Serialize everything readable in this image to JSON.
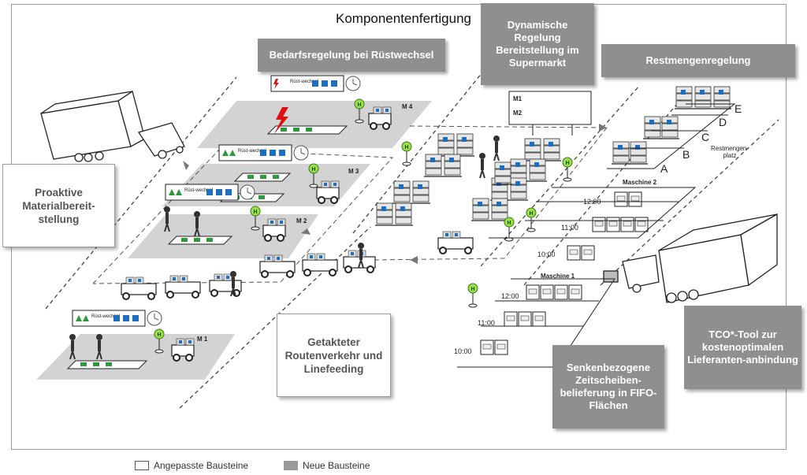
{
  "title": "Komponentenfertigung",
  "boxes": {
    "bedarf": "Bedarfsregelung bei Rüstwechsel",
    "dynamisch": "Dynamische Regelung Bereitstellung im Supermarkt",
    "restmengen": "Restmengenregelung",
    "proaktiv": "Proaktive Materialbereit-stellung",
    "getaktet": "Getakteter Routenverkehr und Linefeeding",
    "senken": "Senkenbezogene Zeitscheiben-belieferung in FIFO-Flächen",
    "tco": "TCO*-Tool zur kostenoptimalen Lieferanten-anbindung"
  },
  "machines": {
    "m1": "M 1",
    "m2": "M 2",
    "m3": "M 3",
    "m4": "M 4",
    "maschine1": "Maschine 1",
    "maschine2": "Maschine 2"
  },
  "signs": {
    "ruest": "Rüst-wechsel",
    "board_m1": "M1",
    "board_m2": "M2"
  },
  "marker": "H",
  "times": {
    "m2_t1": "12:00",
    "m2_t2": "11:00",
    "m2_t3": "10:00",
    "m1_t1": "12:00",
    "m1_t2": "11:00",
    "m1_t3": "10:00"
  },
  "restmengen_labels": {
    "a": "A",
    "b": "B",
    "c": "C",
    "d": "D",
    "e": "E",
    "platz": "Restmengen-platz"
  },
  "legend": {
    "adapted": "Angepasste Bausteine",
    "new": "Neue Bausteine"
  },
  "colors": {
    "grey_box": "#8f8f8f",
    "floor": "#d3d3d3",
    "blue": "#1f6fbf",
    "green": "#2a9a3c",
    "red": "#d11"
  }
}
